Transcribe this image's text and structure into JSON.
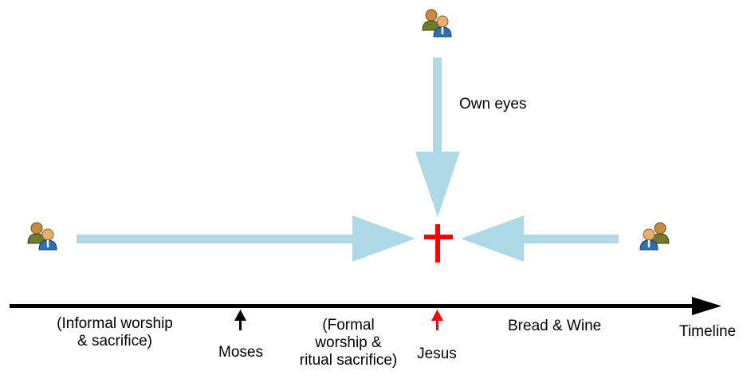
{
  "labels": {
    "own_eyes": "Own eyes",
    "informal_line1": "(Informal worship",
    "informal_line2": "& sacrifice)",
    "moses": "Moses",
    "formal_line1": "(Formal",
    "formal_line2": "worship &",
    "formal_line3": "ritual sacrifice)",
    "jesus": "Jesus",
    "bread_wine": "Bread & Wine",
    "timeline": "Timeline"
  },
  "icons": {
    "people": "people-pair-icon",
    "cross": "cross-icon"
  },
  "colors": {
    "arrow": "#ADD8E6",
    "cross": "#FF0000",
    "timeline": "#000000",
    "jesus_marker": "#FF0000",
    "moses_marker": "#000000"
  }
}
